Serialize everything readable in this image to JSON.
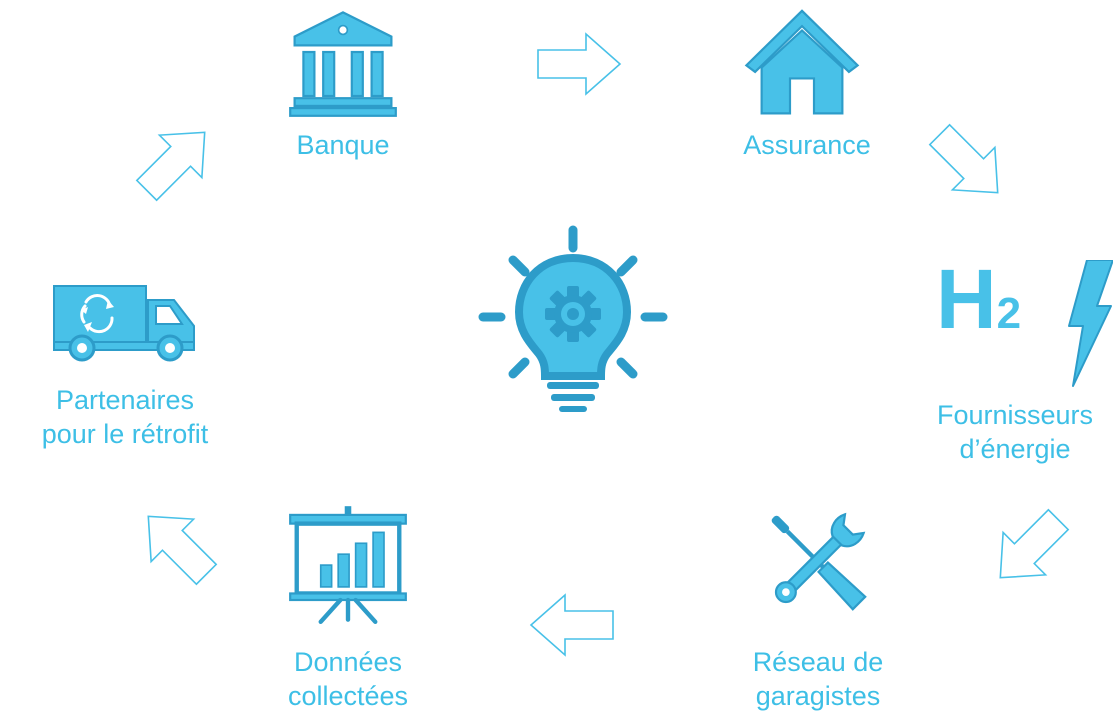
{
  "colors": {
    "accent": "#48c1e8",
    "accent_dark": "#2d9cc9",
    "arrow_stroke": "#48c1e8"
  },
  "center": {
    "icon": "lightbulb-gear-icon"
  },
  "nodes": [
    {
      "id": "banque",
      "icon": "bank-icon",
      "label": "Banque"
    },
    {
      "id": "assurance",
      "icon": "house-icon",
      "label": "Assurance"
    },
    {
      "id": "energie",
      "icon": "hydrogen-lightning-icon",
      "label": "Fournisseurs\nd’énergie",
      "symbol": "H",
      "subscript": "2"
    },
    {
      "id": "garagistes",
      "icon": "wrench-screwdriver-icon",
      "label": "Réseau de\ngaragistes"
    },
    {
      "id": "donnees",
      "icon": "presentation-chart-icon",
      "label": "Données\ncollectées"
    },
    {
      "id": "retrofit",
      "icon": "truck-recycle-icon",
      "label": "Partenaires\npour le rétrofit"
    }
  ],
  "arrows": [
    {
      "from": "banque",
      "to": "assurance",
      "direction": "right"
    },
    {
      "from": "assurance",
      "to": "energie",
      "direction": "down-right"
    },
    {
      "from": "energie",
      "to": "garagistes",
      "direction": "down-left"
    },
    {
      "from": "garagistes",
      "to": "donnees",
      "direction": "left"
    },
    {
      "from": "donnees",
      "to": "retrofit",
      "direction": "up-left"
    },
    {
      "from": "retrofit",
      "to": "banque",
      "direction": "up-right"
    }
  ]
}
